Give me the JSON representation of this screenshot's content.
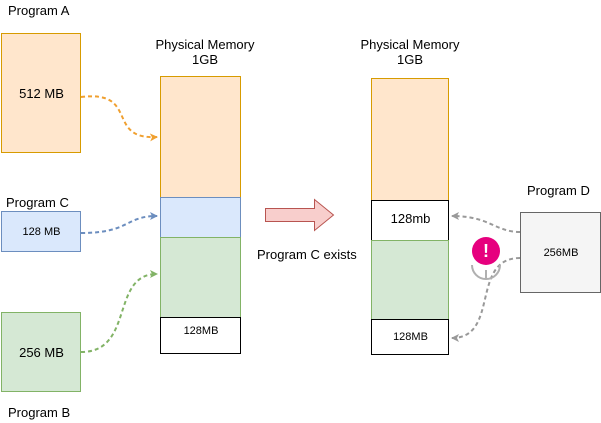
{
  "labels": {
    "program_a": "Program A",
    "program_b": "Program B",
    "program_c": "Program C",
    "program_d": "Program D",
    "phys_left_line1": "Physical Memory",
    "phys_left_line2": "1GB",
    "phys_right_line1": "Physical Memory",
    "phys_right_line2": "1GB",
    "transition": "Program C exists"
  },
  "boxes": {
    "program_a_size": "512 MB",
    "program_b_size": "256 MB",
    "program_c_size": "128 MB",
    "program_d_size": "256MB",
    "left_free": "128MB",
    "right_free_top": "128mb",
    "right_free_bottom": "128MB"
  },
  "alert": {
    "symbol": "!"
  },
  "colors": {
    "orange_fill": "#ffe6cc",
    "orange_stroke": "#d79b00",
    "blue_fill": "#dae8fc",
    "blue_stroke": "#6c8ebf",
    "green_fill": "#d5e8d4",
    "green_stroke": "#82b366",
    "gray_fill": "#f5f5f5",
    "gray_stroke": "#666666",
    "red_fill": "#f8cecc",
    "red_stroke": "#b85450",
    "alert": "#e6007e"
  }
}
